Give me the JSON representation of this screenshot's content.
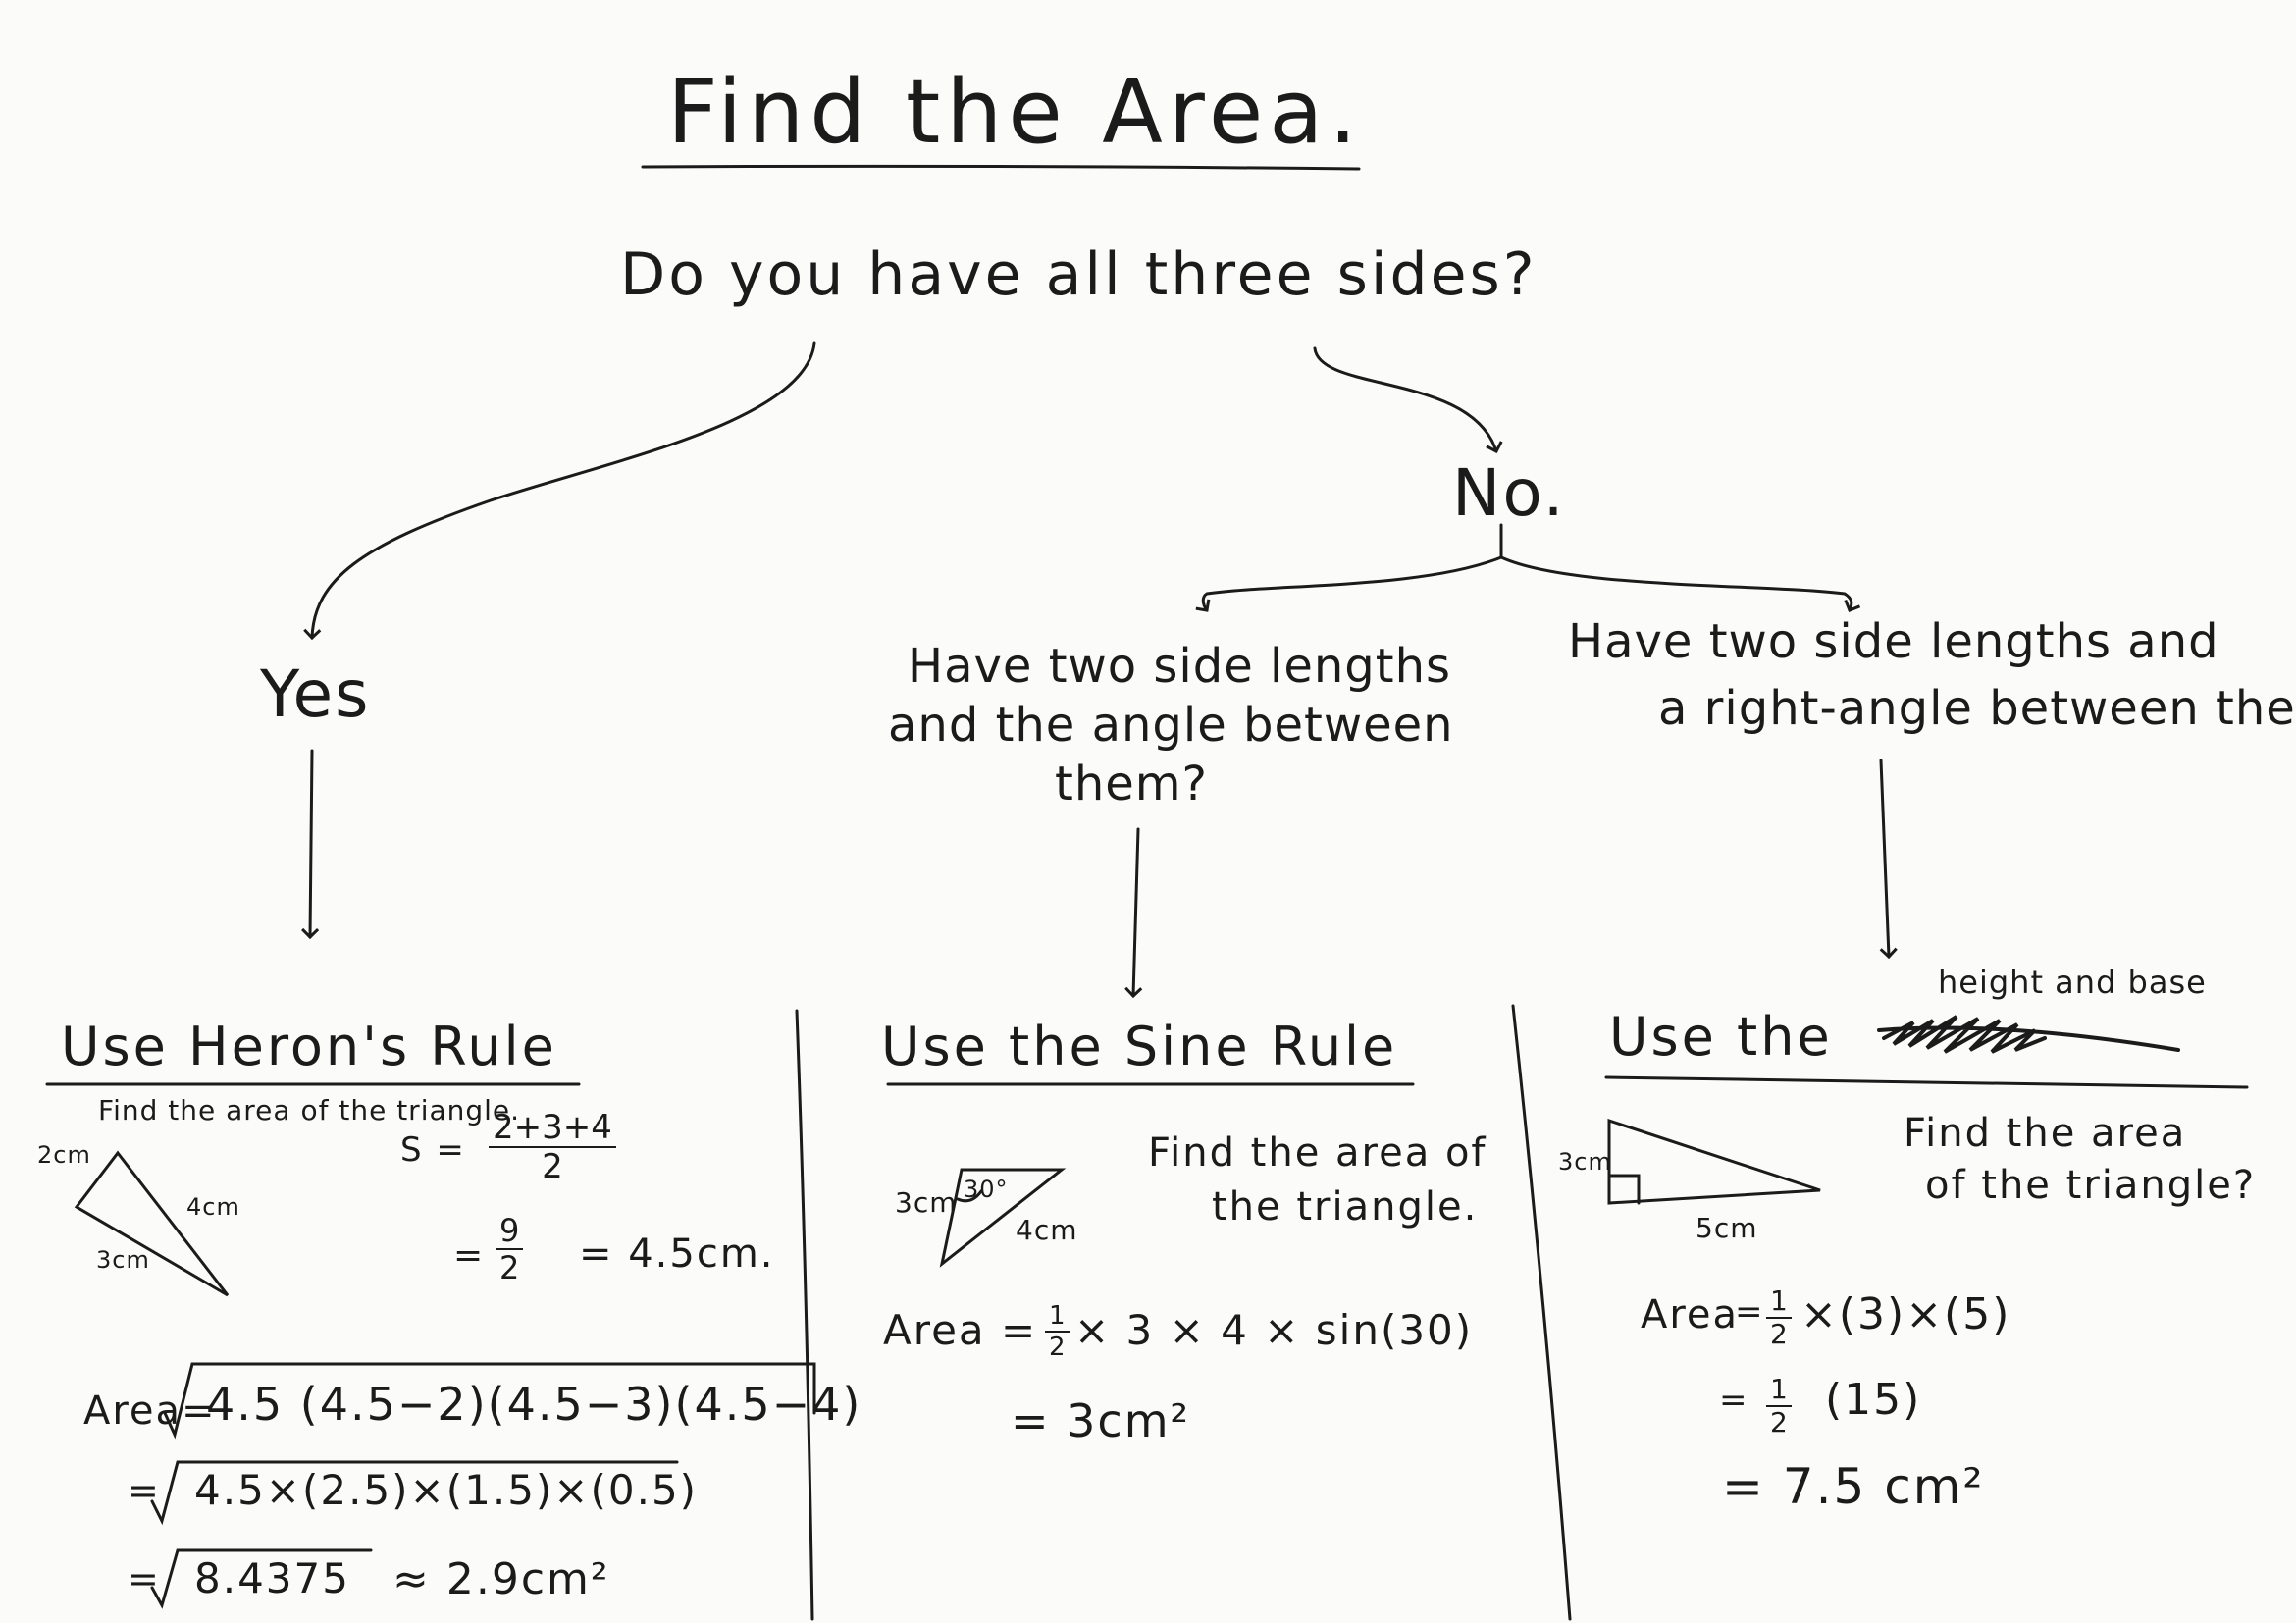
{
  "title": "Find the Area.",
  "question": "Do you have all three sides?",
  "yes": {
    "label": "Yes"
  },
  "no": {
    "label": "No.",
    "option_left": {
      "line1": "Have two side lengths",
      "line2": "and the angle between",
      "line3": "them?"
    },
    "option_right": {
      "line1": "Have two side lengths and",
      "line2": "a right-angle between them?"
    }
  },
  "heron": {
    "heading": "Use Heron's Rule",
    "prompt": "Find the area of the triangle.",
    "sides": {
      "a": "2cm",
      "b": "4cm",
      "c": "3cm"
    },
    "s_label": "S =",
    "s_num": "2+3+4",
    "s_den": "2",
    "eq_sign": "=",
    "half_num": "9",
    "half_den": "2",
    "s_value": "= 4.5cm.",
    "area_label": "Area=",
    "row1": "4.5 (4.5−2)(4.5−3)(4.5−4)",
    "row2": "4.5×(2.5)×(1.5)×(0.5)",
    "row3": "8.4375",
    "result": "≈ 2.9cm²"
  },
  "sine": {
    "heading": "Use the Sine Rule",
    "side_a": "3cm",
    "angle": "30°",
    "side_b": "4cm",
    "prompt_line1": "Find the area of",
    "prompt_line2": "the triangle.",
    "area_line": "Area = ",
    "half_num": "1",
    "half_den": "2",
    "area_rest": "× 3 × 4 × sin(30)",
    "result": "= 3cm²"
  },
  "right": {
    "heading": "Use the",
    "heading_note": "height and base",
    "side_h": "3cm",
    "side_b": "5cm",
    "prompt_line1": "Find the area",
    "prompt_line2": "of the triangle?",
    "area_label": "Area",
    "half_num": "1",
    "half_den": "2",
    "row1_rest": "×(3)×(5)",
    "row2_rest": "(15)",
    "result": "= 7.5 cm²"
  }
}
